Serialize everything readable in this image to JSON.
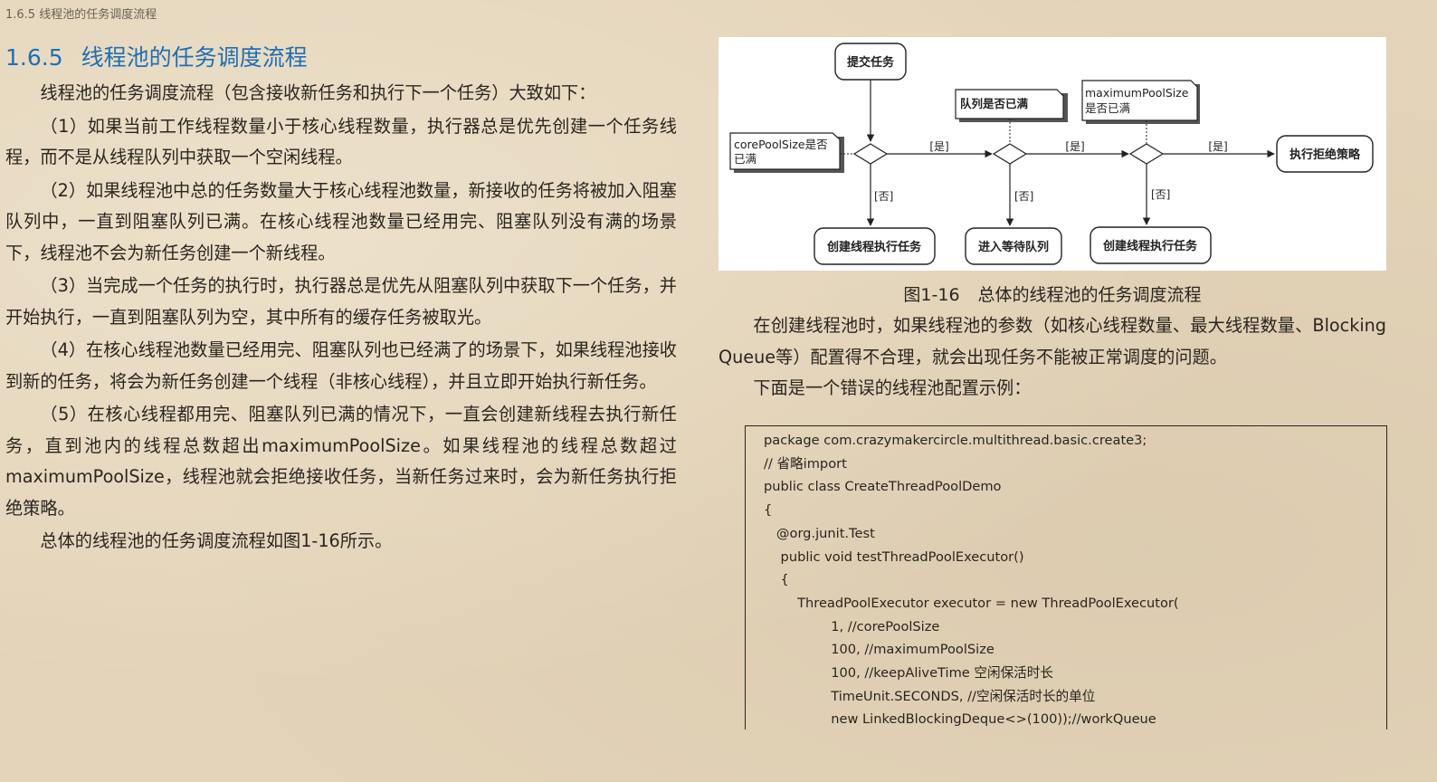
{
  "running_head": "1.6.5 线程池的任务调度流程",
  "section": {
    "number": "1.6.5",
    "title": "线程池的任务调度流程"
  },
  "paragraphs": [
    "线程池的任务调度流程（包含接收新任务和执行下一个任务）大致如下：",
    "（1）如果当前工作线程数量小于核心线程数量，执行器总是优先创建一个任务线程，而不是从线程队列中获取一个空闲线程。",
    "（2）如果线程池中总的任务数量大于核心线程池数量，新接收的任务将被加入阻塞队列中，一直到阻塞队列已满。在核心线程池数量已经用完、阻塞队列没有满的场景下，线程池不会为新任务创建一个新线程。",
    "（3）当完成一个任务的执行时，执行器总是优先从阻塞队列中获取下一个任务，并开始执行，一直到阻塞队列为空，其中所有的缓存任务被取光。",
    "（4）在核心线程池数量已经用完、阻塞队列也已经满了的场景下，如果线程池接收到新的任务，将会为新任务创建一个线程（非核心线程），并且立即开始执行新任务。",
    "（5）在核心线程都用完、阻塞队列已满的情况下，一直会创建新线程去执行新任务，直到池内的线程总数超出maximumPoolSize。如果线程池的线程总数超过maximumPoolSize，线程池就会拒绝接收任务，当新任务过来时，会为新任务执行拒绝策略。",
    "总体的线程池的任务调度流程如图1-16所示。"
  ],
  "figure": {
    "nodes": {
      "submit": "提交任务",
      "core_full": [
        "corePoolSize是否",
        "已满"
      ],
      "queue_full": "队列是否已满",
      "max_full": [
        "maximumPoolSize",
        "是否已满"
      ],
      "reject": "执行拒绝策略",
      "create_core": "创建线程执行任务",
      "enqueue": "进入等待队列",
      "create_extra": "创建线程执行任务"
    },
    "edge_labels": {
      "yes1": "[是]",
      "yes2": "[是]",
      "yes3": "[是]",
      "no1": "[否]",
      "no2": "[否]",
      "no3": "[否]"
    },
    "caption_number": "图1-16",
    "caption_text": "总体的线程池的任务调度流程"
  },
  "right_paragraphs": [
    "在创建线程池时，如果线程池的参数（如核心线程数量、最大线程数量、BlockingQueue等）配置得不合理，就会出现任务不能被正常调度的问题。",
    "下面是一个错误的线程池配置示例："
  ],
  "code_lines": [
    "package com.crazymakercircle.multithread.basic.create3;",
    "// 省略import",
    "public class CreateThreadPoolDemo",
    "{",
    "   @org.junit.Test",
    "    public void testThreadPoolExecutor()",
    "    {",
    "        ThreadPoolExecutor executor = new ThreadPoolExecutor(",
    "                1, //corePoolSize",
    "                100, //maximumPoolSize",
    "                100, //keepAliveTime 空闲保活时长",
    "                TimeUnit.SECONDS, //空闲保活时长的单位",
    "                new LinkedBlockingDeque<>(100));//workQueue"
  ]
}
